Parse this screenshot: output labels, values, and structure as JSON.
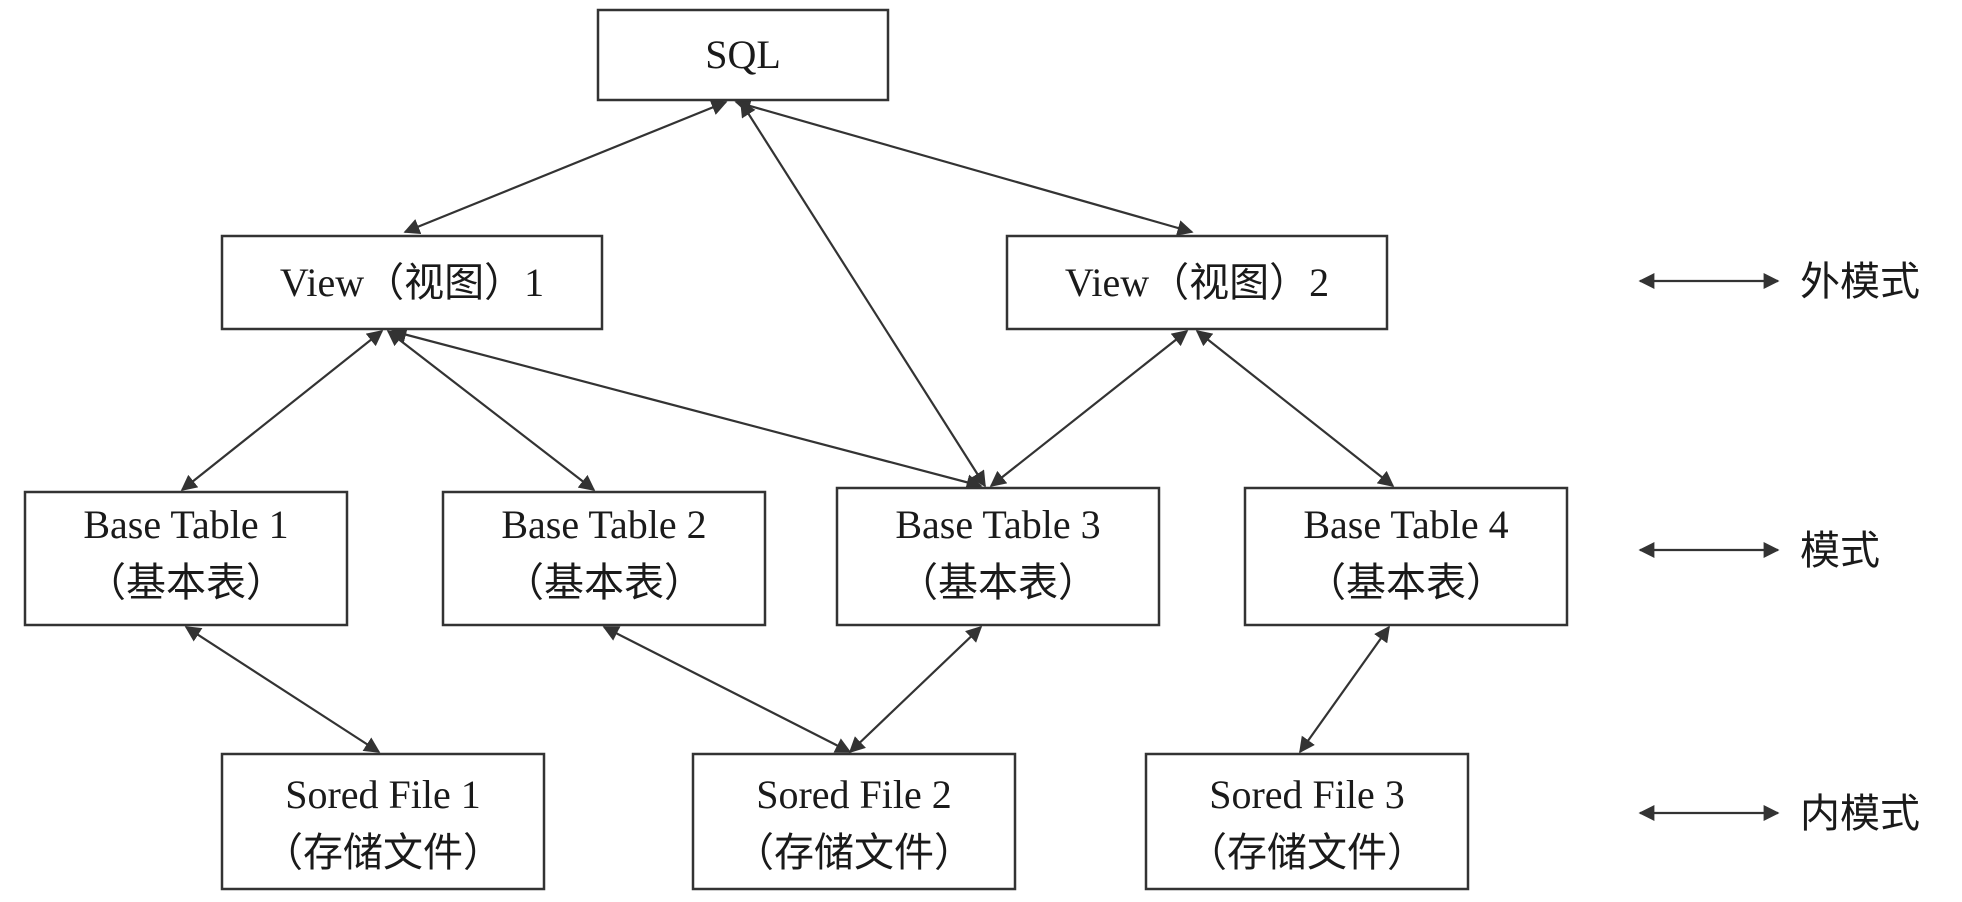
{
  "nodes": {
    "sql": {
      "label": "SQL"
    },
    "view1": {
      "label": "View（视图）1"
    },
    "view2": {
      "label": "View（视图）2"
    },
    "base1": {
      "label": "Base Table 1",
      "sub": "（基本表）"
    },
    "base2": {
      "label": "Base Table 2",
      "sub": "（基本表）"
    },
    "base3": {
      "label": "Base Table 3",
      "sub": "（基本表）"
    },
    "base4": {
      "label": "Base Table 4",
      "sub": "（基本表）"
    },
    "file1": {
      "label": "Sored File 1",
      "sub": "（存储文件）"
    },
    "file2": {
      "label": "Sored File 2",
      "sub": "（存储文件）"
    },
    "file3": {
      "label": "Sored File 3",
      "sub": "（存储文件）"
    }
  },
  "edges": [
    [
      "sql",
      "view1"
    ],
    [
      "sql",
      "view2"
    ],
    [
      "sql",
      "base3"
    ],
    [
      "view1",
      "base1"
    ],
    [
      "view1",
      "base2"
    ],
    [
      "view1",
      "base3"
    ],
    [
      "view2",
      "base3"
    ],
    [
      "view2",
      "base4"
    ],
    [
      "base1",
      "file1"
    ],
    [
      "base2",
      "file2"
    ],
    [
      "base3",
      "file2"
    ],
    [
      "base4",
      "file3"
    ]
  ],
  "legend": {
    "external": "外模式",
    "conceptual": "模式",
    "internal": "内模式"
  },
  "colors": {
    "line": "#333333",
    "text": "#1a1a1a",
    "background": "#ffffff"
  }
}
